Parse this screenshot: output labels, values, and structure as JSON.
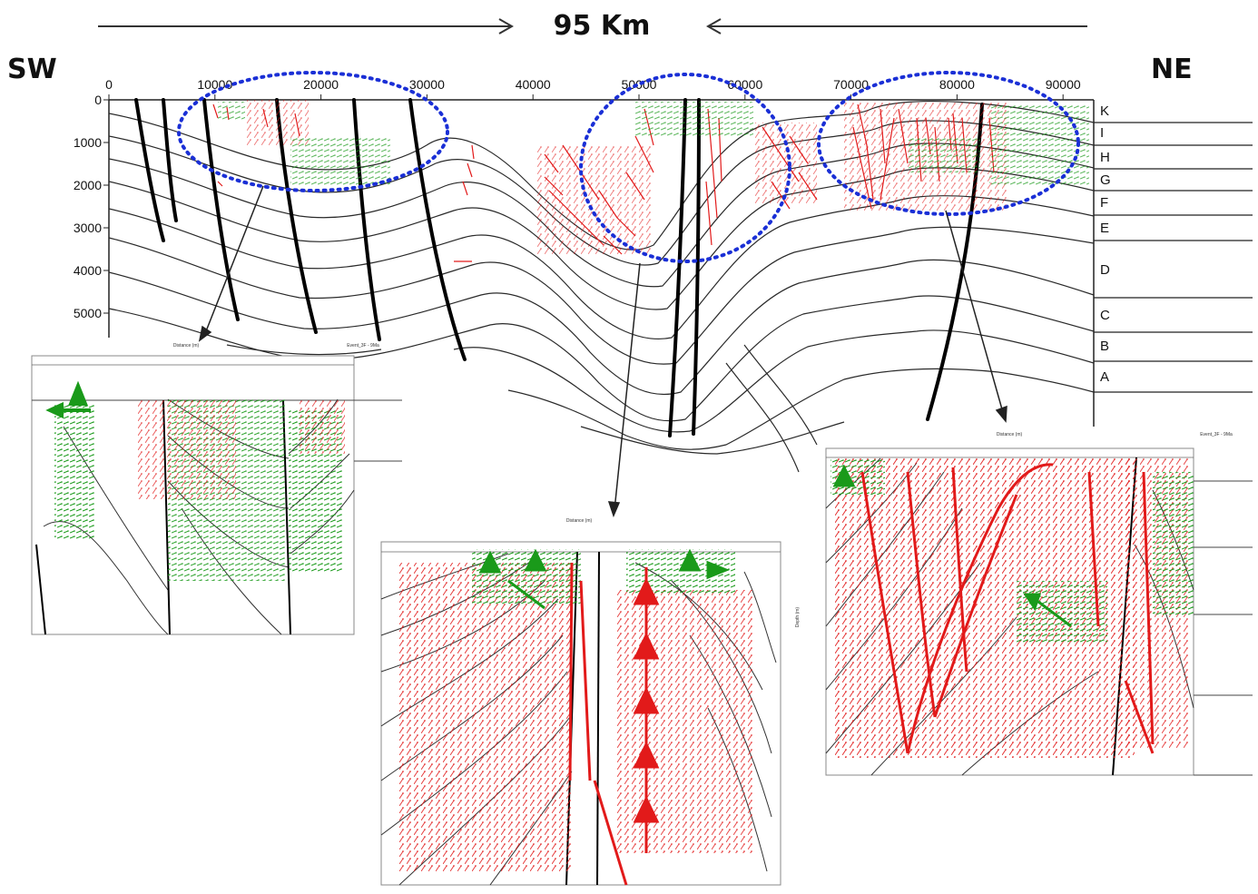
{
  "header": {
    "distance_label": "95 Km",
    "left_label": "SW",
    "right_label": "NE"
  },
  "section": {
    "x_ticks": [
      "0",
      "10000",
      "20000",
      "30000",
      "40000",
      "50000",
      "60000",
      "70000",
      "80000",
      "90000"
    ],
    "depth_ticks": [
      "0",
      "1000",
      "2000",
      "3000",
      "4000",
      "5000"
    ],
    "layers": [
      "K",
      "I",
      "H",
      "G",
      "F",
      "E",
      "D",
      "C",
      "B",
      "A"
    ]
  },
  "insets": {
    "left": {
      "x_axis_title": "Distance (m)",
      "corner_label": "Event_3F - 9Ma"
    },
    "middle": {
      "x_axis_title": "Distance (m)"
    },
    "right": {
      "x_axis_title": "Distance (m)",
      "corner_label": "Event_3F - 9Ma",
      "y_axis_title": "Depth (m)"
    }
  },
  "colors": {
    "horizon": "#2a2a2a",
    "fault": "#000000",
    "red_vectors": "#e21a1a",
    "green_vectors": "#1a9a1a",
    "highlight_ellipse": "#1a2fd6"
  }
}
